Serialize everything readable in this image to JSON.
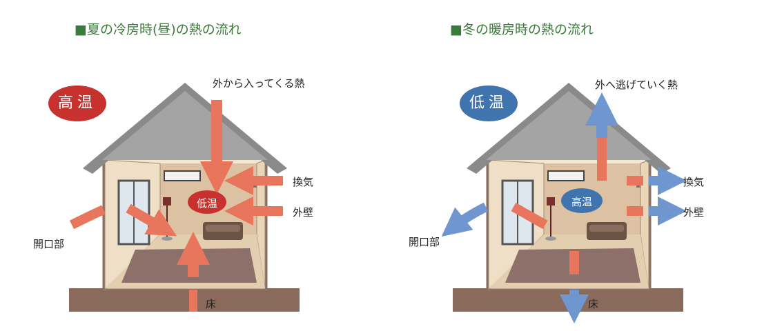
{
  "summer": {
    "title": "夏の冷房時(昼)の熱の流れ",
    "badge": "高温",
    "room_label": "低温",
    "labels": {
      "outside_heat": "外から入ってくる熱",
      "ventilation": "換気",
      "wall": "外壁",
      "opening": "開口部",
      "floor": "床"
    }
  },
  "winter": {
    "title": "冬の暖房時の熱の流れ",
    "badge": "低温",
    "room_label": "高温",
    "labels": {
      "escaping_heat": "外へ逃げていく熱",
      "ventilation": "換気",
      "wall": "外壁",
      "opening": "開口部",
      "floor": "床"
    }
  },
  "colors": {
    "hot_badge": "#c8322e",
    "cold_badge": "#3f74ae",
    "hot_arrow": "#e8765c",
    "cold_arrow": "#6f96cf",
    "title": "#3b7a3b"
  }
}
